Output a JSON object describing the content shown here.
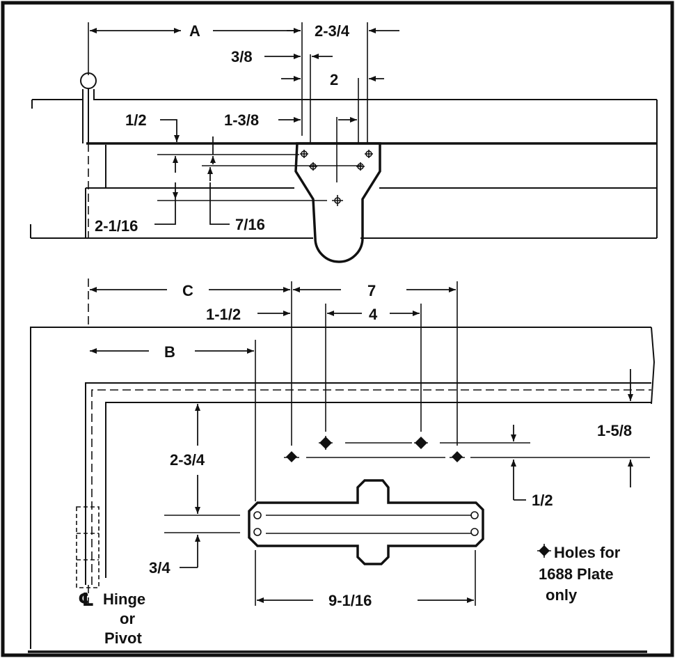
{
  "dimensions": {
    "top": {
      "A": "A",
      "d_2_3_4": "2-3/4",
      "d_3_8": "3/8",
      "d_2": "2",
      "d_1_2": "1/2",
      "d_1_3_8": "1-3/8",
      "d_2_1_16": "2-1/16",
      "d_7_16": "7/16"
    },
    "bottom": {
      "C": "C",
      "d_7": "7",
      "d_1_1_2": "1-1/2",
      "d_4": "4",
      "B": "B",
      "d_1_5_8": "1-5/8",
      "d_2_3_4": "2-3/4",
      "d_1_2": "1/2",
      "d_3_4": "3/4",
      "d_9_1_16": "9-1/16"
    }
  },
  "labels": {
    "centerline_symbol": "℄",
    "hinge": "Hinge",
    "or": "or",
    "pivot": "Pivot",
    "note_line1": "Holes for",
    "note_line2": "1688 Plate",
    "note_line3": "only"
  }
}
